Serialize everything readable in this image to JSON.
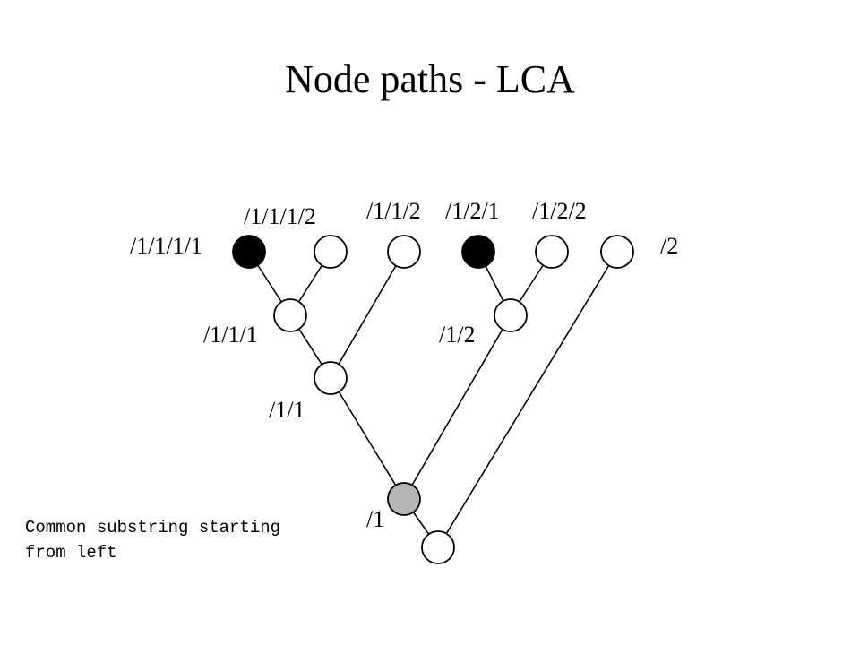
{
  "title": "Node paths - LCA",
  "colors": {
    "highlighted_node": "#000000",
    "lca_node": "#b5b5b5",
    "plain_node": "#ffffff",
    "line": "#000000"
  },
  "node_labels": {
    "n1111": "/1/1/1/1",
    "n1112": "/1/1/1/2",
    "n112": "/1/1/2",
    "n121": "/1/2/1",
    "n122": "/1/2/2",
    "n2": "/2",
    "n111": "/1/1/1",
    "n12": "/1/2",
    "n11": "/1/1",
    "n1": "/1"
  },
  "note": {
    "line1": "Common substring starting",
    "line2": "from left"
  }
}
